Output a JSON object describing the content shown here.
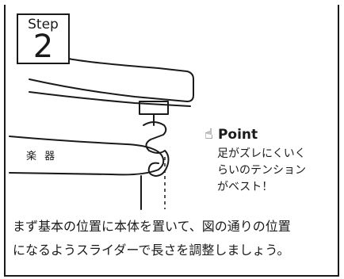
{
  "step": {
    "label": "Step",
    "number": "2"
  },
  "point": {
    "icon": "pointing-hand-icon",
    "title": "Point",
    "text": "足がズレにくいく\nらいのテンション\nがベスト！"
  },
  "diagram": {
    "instrument_label": "楽 器"
  },
  "caption": "まず基本の位置に本体を置いて、図の通りの位置\nになるようスライダーで長さを調整しましょう。"
}
